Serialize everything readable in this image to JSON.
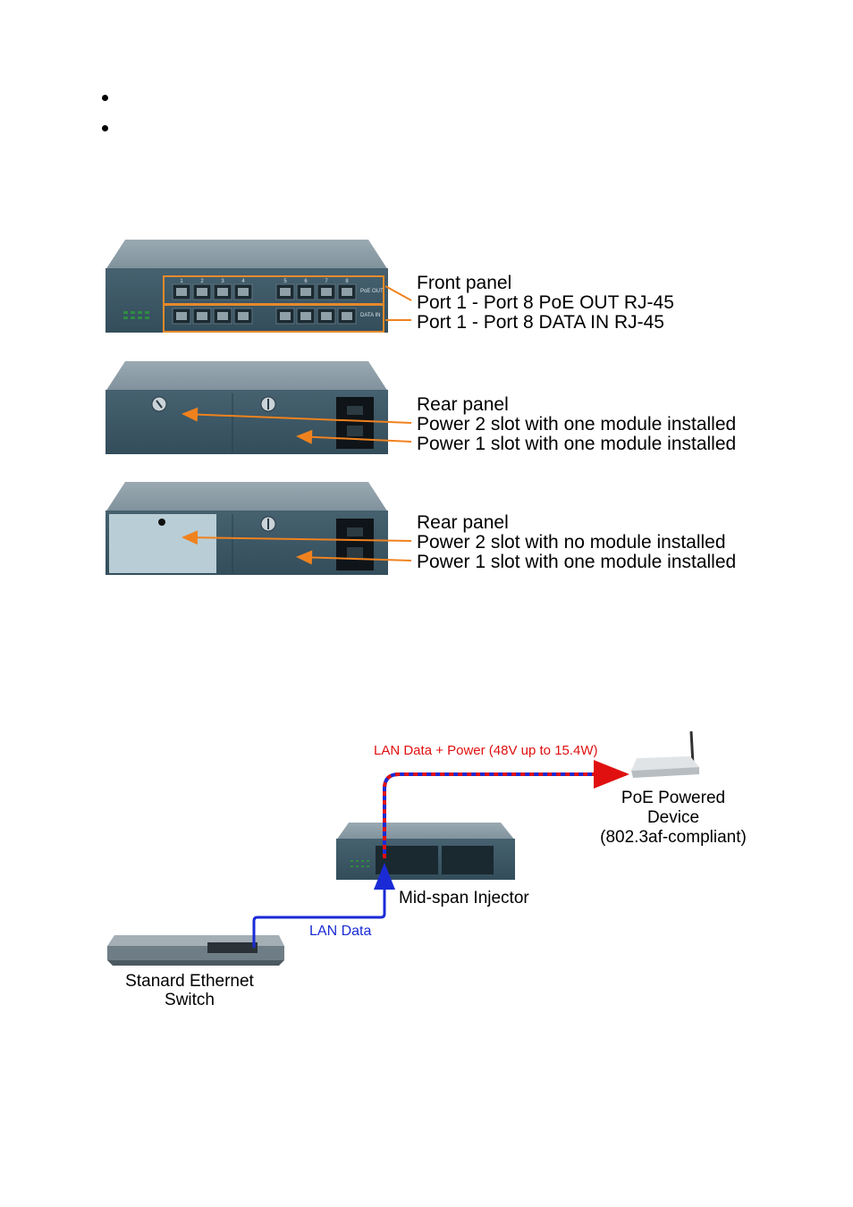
{
  "bullets": [
    "",
    ""
  ],
  "front_panel": {
    "title": "Front panel",
    "line1": "Port 1 - Port 8 PoE OUT RJ-45",
    "line2": "Port 1 - Port 8 DATA IN RJ-45",
    "port_numbers": [
      "1",
      "2",
      "3",
      "4",
      "5",
      "6",
      "7",
      "8"
    ],
    "row_label_top": "PoE OUT",
    "row_label_bottom": "DATA IN"
  },
  "rear_panel_1": {
    "title": "Rear panel",
    "line1": "Power 2 slot with one module installed",
    "line2": "Power 1 slot with one module installed"
  },
  "rear_panel_2": {
    "title": "Rear panel",
    "line1": "Power 2 slot with no module installed",
    "line2": "Power 1 slot with one module installed"
  },
  "diagram": {
    "power_link_label": "LAN Data + Power (48V up to 15.4W)",
    "pd_label_1": "PoE Powered",
    "pd_label_2": "Device",
    "pd_label_3": "(802.3af-compliant)",
    "injector_label": "Mid-span Injector",
    "data_link_label": "LAN Data",
    "switch_label_1": "Stanard Ethernet",
    "switch_label_2": "Switch"
  },
  "colors": {
    "device_body": "#3d5a6b",
    "device_top": "#8d9da7",
    "highlight_box": "#e58a2b",
    "arrow": "#f0821e",
    "power_text": "#e01010",
    "data_text": "#1a2bd6",
    "blank_plate": "#b9cdd6"
  }
}
